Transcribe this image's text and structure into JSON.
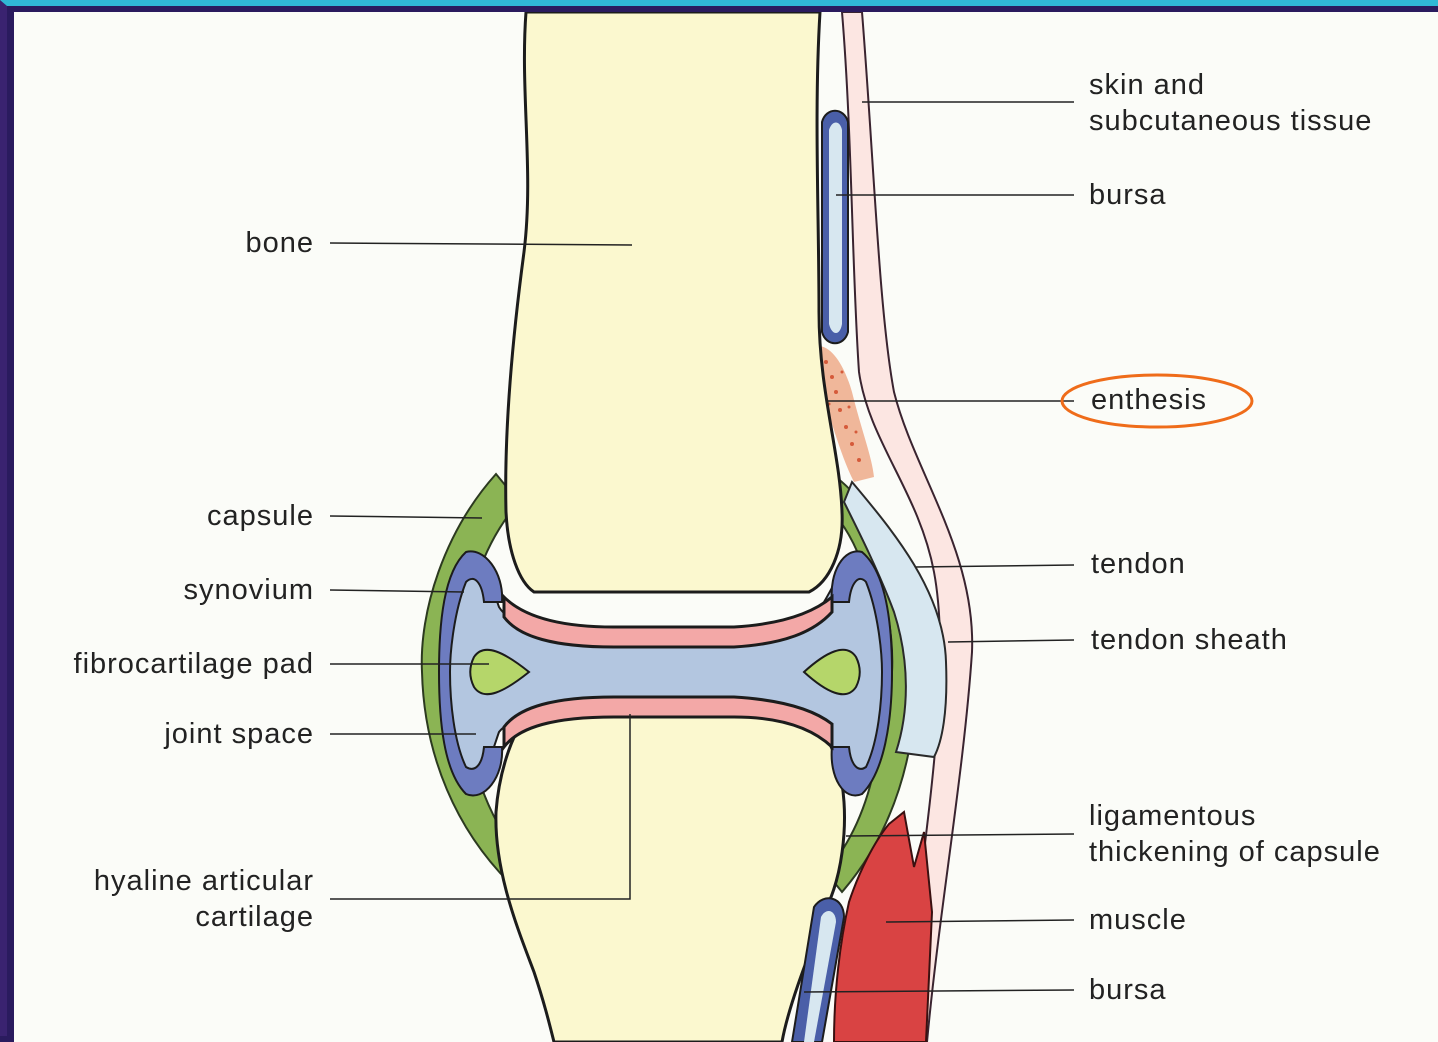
{
  "diagram": {
    "colors": {
      "bone": "#fbf8cf",
      "cartilage": "#f3a8a7",
      "synovial_fluid": "#b3c6e0",
      "synovium": "#4a5fa8",
      "capsule": "#8bb454",
      "fibrocartilage": "#b5d66a",
      "muscle": "#d94343",
      "skin": "#fce6e2",
      "tendon": "#d7e7f0",
      "highlight": "#ef6c1a"
    },
    "labels_left": {
      "bone": "bone",
      "capsule": "capsule",
      "synovium": "synovium",
      "fibrocartilage_pad": "fibrocartilage pad",
      "joint_space": "joint space",
      "hyaline_line1": "hyaline articular",
      "hyaline_line2": "cartilage"
    },
    "labels_right": {
      "skin_line1": "skin and",
      "skin_line2": "subcutaneous tissue",
      "bursa_top": "bursa",
      "enthesis": "enthesis",
      "tendon": "tendon",
      "tendon_sheath": "tendon sheath",
      "ligamentous_line1": "ligamentous",
      "ligamentous_line2": "thickening of capsule",
      "muscle": "muscle",
      "bursa_bottom": "bursa"
    },
    "highlighted_label": "enthesis"
  }
}
